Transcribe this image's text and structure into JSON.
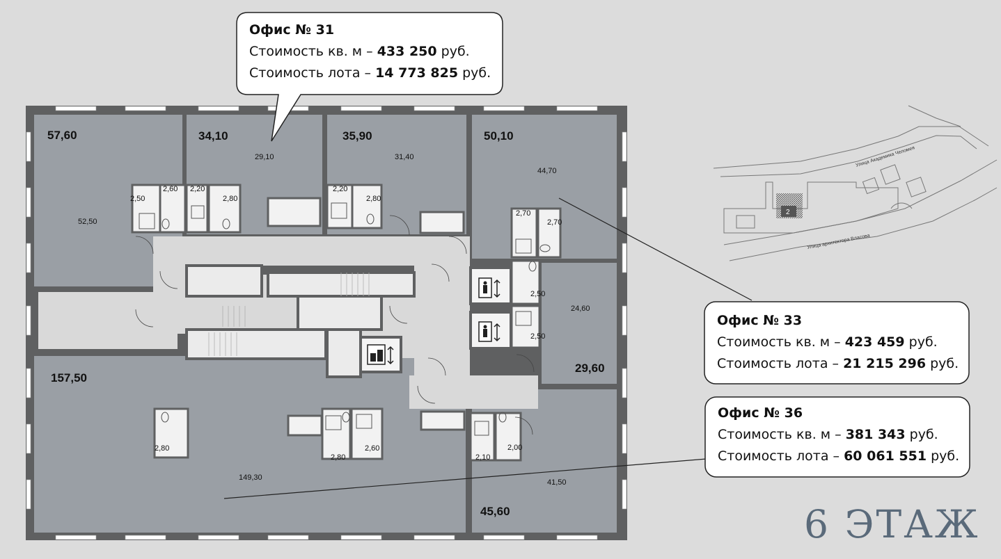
{
  "floor_title": "6 ЭТАЖ",
  "offices": [
    {
      "title": "Офис № 31",
      "line1_prefix": "Стоимость кв. м – ",
      "line1_value": "433 250",
      "line1_suffix": " руб.",
      "line2_prefix": "Стоимость лота – ",
      "line2_value": "14 773 825",
      "line2_suffix": " руб."
    },
    {
      "title": "Офис № 33",
      "line1_prefix": "Стоимость кв. м – ",
      "line1_value": "423 459",
      "line1_suffix": " руб.",
      "line2_prefix": "Стоимость лота – ",
      "line2_value": "21 215 296",
      "line2_suffix": " руб."
    },
    {
      "title": "Офис № 36",
      "line1_prefix": "Стоимость кв. м – ",
      "line1_value": "381 343",
      "line1_suffix": " руб.",
      "line2_prefix": "Стоимость лота – ",
      "line2_value": "60 061 551",
      "line2_suffix": " руб."
    }
  ],
  "office_areas": {
    "a1": "57,60",
    "a2": "34,10",
    "a3": "35,90",
    "a4": "50,10",
    "a5": "29,60",
    "a6": "157,50",
    "a7": "45,60"
  },
  "room_areas": {
    "r1": "52,50",
    "r2": "29,10",
    "r3": "31,40",
    "r4": "44,70",
    "r5": "24,60",
    "r6": "149,30",
    "r7": "41,50"
  },
  "wc_areas": {
    "w1": "2,50",
    "w2": "2,60",
    "w3": "2,20",
    "w4": "2,80",
    "w5": "2,20",
    "w6": "2,80",
    "w7": "2,70",
    "w8": "2,70",
    "w9": "2,50",
    "w10": "2,50",
    "w11": "2,80",
    "w12": "2,80",
    "w13": "2,60",
    "w14": "2,10",
    "w15": "2,00"
  },
  "map": {
    "street1": "Улица Академика Челомея",
    "street2": "Улица архитектора Власова",
    "building_number": "2"
  }
}
